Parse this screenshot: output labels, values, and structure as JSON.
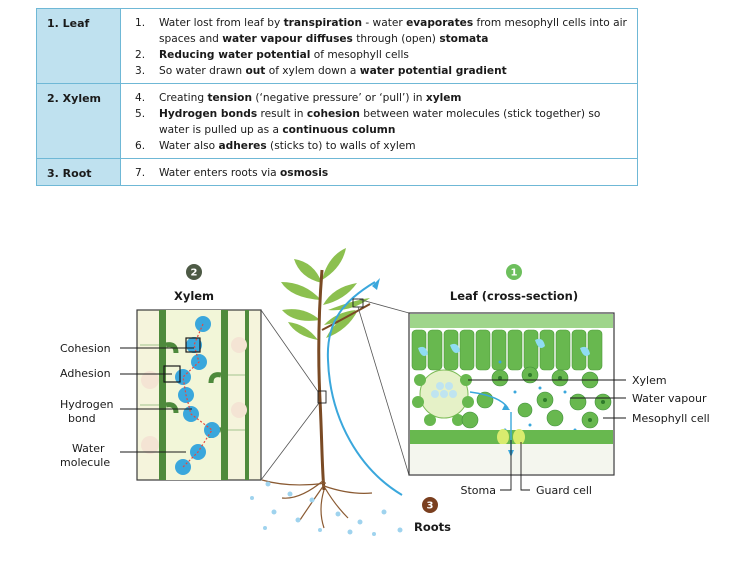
{
  "table": {
    "rows": [
      {
        "header": "1. Leaf",
        "items": [
          {
            "num": "1.",
            "segments": [
              {
                "t": "Water lost from leaf by ",
                "b": false
              },
              {
                "t": "transpiration",
                "b": true
              },
              {
                "t": " - water ",
                "b": false
              },
              {
                "t": "evaporates",
                "b": true
              },
              {
                "t": " from mesophyll cells into air spaces and ",
                "b": false
              },
              {
                "t": "water vapour diffuses",
                "b": true
              },
              {
                "t": " through (open) ",
                "b": false
              },
              {
                "t": "stomata",
                "b": true
              }
            ]
          },
          {
            "num": "2.",
            "segments": [
              {
                "t": "Reducing water potential",
                "b": true
              },
              {
                "t": " of mesophyll cells",
                "b": false
              }
            ]
          },
          {
            "num": "3.",
            "segments": [
              {
                "t": "So water drawn ",
                "b": false
              },
              {
                "t": "out",
                "b": true
              },
              {
                "t": " of xylem down a ",
                "b": false
              },
              {
                "t": "water potential gradient",
                "b": true
              }
            ]
          }
        ]
      },
      {
        "header": "2. Xylem",
        "items": [
          {
            "num": "4.",
            "segments": [
              {
                "t": "Creating ",
                "b": false
              },
              {
                "t": "tension",
                "b": true
              },
              {
                "t": " (‘negative pressure’ or ‘pull’) in ",
                "b": false
              },
              {
                "t": "xylem",
                "b": true
              }
            ]
          },
          {
            "num": "5.",
            "segments": [
              {
                "t": "Hydrogen bonds",
                "b": true
              },
              {
                "t": " result in ",
                "b": false
              },
              {
                "t": "cohesion",
                "b": true
              },
              {
                "t": " between water molecules (stick together) so water is pulled up as a ",
                "b": false
              },
              {
                "t": "continuous column",
                "b": true
              }
            ]
          },
          {
            "num": "6.",
            "segments": [
              {
                "t": "Water also ",
                "b": false
              },
              {
                "t": "adheres",
                "b": true
              },
              {
                "t": " (sticks to) to walls of xylem",
                "b": false
              }
            ]
          }
        ]
      },
      {
        "header": "3. Root",
        "items": [
          {
            "num": "7.",
            "segments": [
              {
                "t": "Water enters roots via ",
                "b": false
              },
              {
                "t": "osmosis",
                "b": true
              }
            ]
          }
        ]
      }
    ]
  },
  "diagram": {
    "xylem_panel": {
      "badge": "2",
      "title": "Xylem"
    },
    "leaf_panel": {
      "badge": "1",
      "title": "Leaf (cross-section)"
    },
    "roots": {
      "badge": "3",
      "title": "Roots"
    },
    "left_labels": {
      "cohesion": "Cohesion",
      "adhesion": "Adhesion",
      "hydrogen_bond_1": "Hydrogen",
      "hydrogen_bond_2": "bond",
      "water_molecule_1": "Water",
      "water_molecule_2": "molecule"
    },
    "right_labels": {
      "xylem": "Xylem",
      "water_vapour": "Water vapour",
      "mesophyll": "Mesophyll cell",
      "stoma": "Stoma",
      "guard_cell": "Guard cell"
    },
    "colors": {
      "table_border": "#6fb8d6",
      "table_header": "#bfe1ef",
      "badge_xylem": "#4d5a45",
      "badge_leaf": "#6dbf5d",
      "badge_roots": "#7a3f1f",
      "water": "#3aa7dc",
      "plant_green": "#3f8f3a"
    }
  }
}
